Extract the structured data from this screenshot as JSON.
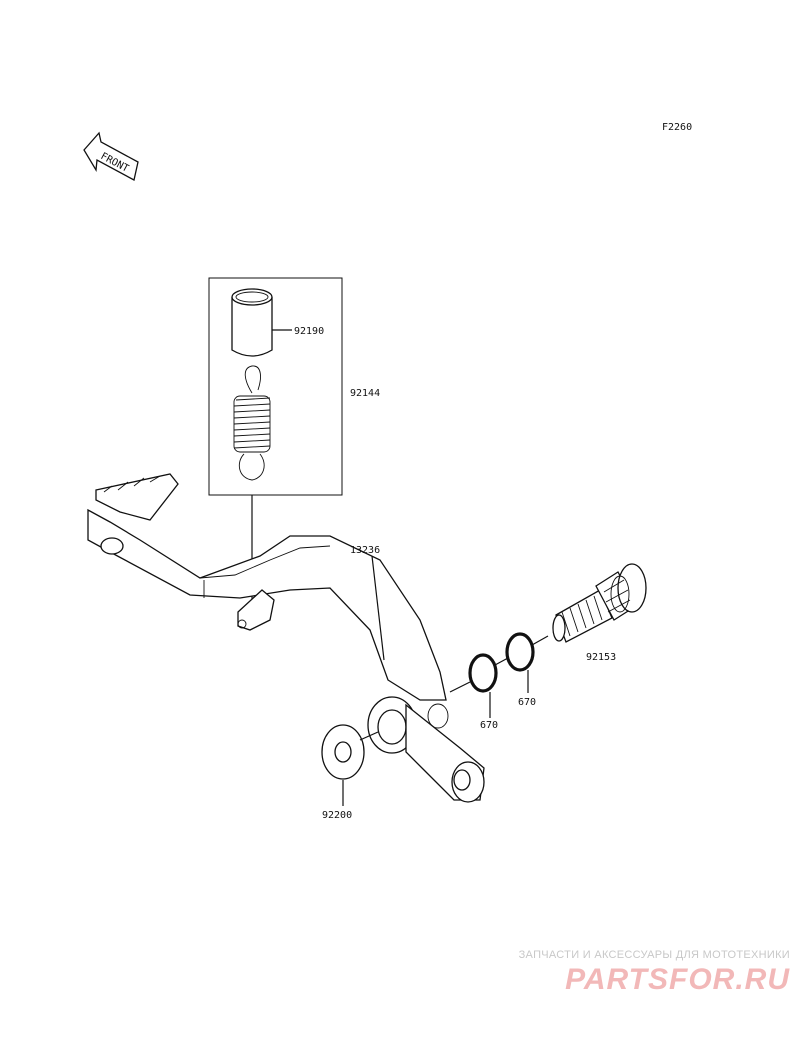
{
  "figure_code": "F2260",
  "front_label": "FRONT",
  "parts": {
    "p92190": "92190",
    "p92144": "92144",
    "p13236": "13236",
    "p92153": "92153",
    "p670a": "670",
    "p670b": "670",
    "p92200": "92200"
  },
  "watermark": {
    "tagline": "ЗАПЧАСТИ И АКСЕССУАРЫ ДЛЯ МОТОТЕХНИКИ",
    "logo": "PARTSFOR.RU"
  }
}
